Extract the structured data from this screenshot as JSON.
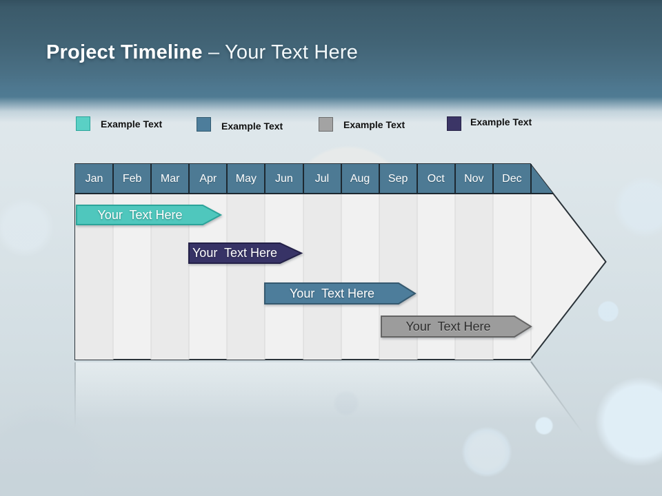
{
  "title": {
    "bold": "Project Timeline ",
    "regular": "– Your Text Here"
  },
  "legend": [
    {
      "label": "Example Text",
      "color": "#5ad0c5"
    },
    {
      "label": "Example Text",
      "color": "#4d7d9b"
    },
    {
      "label": "Example Text",
      "color": "#a3a3a3"
    },
    {
      "label": "Example Text",
      "color": "#3b3566"
    }
  ],
  "colors": {
    "header_band_top": "#34505f",
    "header_band_bottom": "#4f7b93",
    "month_header": "#4d7a94",
    "table_stripe": "#eaeaea",
    "arrow_body": "#f1f1f1"
  },
  "chart_data": {
    "type": "bar",
    "subtype": "gantt-timeline",
    "title": "Project Timeline – Your Text Here",
    "categories": [
      "Jan",
      "Feb",
      "Mar",
      "Apr",
      "May",
      "Jun",
      "Jul",
      "Aug",
      "Sep",
      "Oct",
      "Nov",
      "Dec"
    ],
    "legend_position": "top",
    "axis": "months Jan–Dec, one year",
    "bars": [
      {
        "label": "Your  Text Here",
        "color": "#4fc7bd",
        "row": 1,
        "start": 0,
        "end": 3.8,
        "span": "Jan–Mar"
      },
      {
        "label": "Your  Text Here",
        "color": "#373366",
        "row": 2,
        "start": 3,
        "end": 6.0,
        "span": "Apr–May"
      },
      {
        "label": "Your  Text Here",
        "color": "#4d7d9b",
        "row": 3,
        "start": 5,
        "end": 8.9,
        "span": "Jun–Aug"
      },
      {
        "label": "Your  Text Here",
        "color": "#9c9c9c",
        "row": 4,
        "start": 8.1,
        "end": 12.0,
        "span": "Sep–Dec"
      }
    ]
  }
}
